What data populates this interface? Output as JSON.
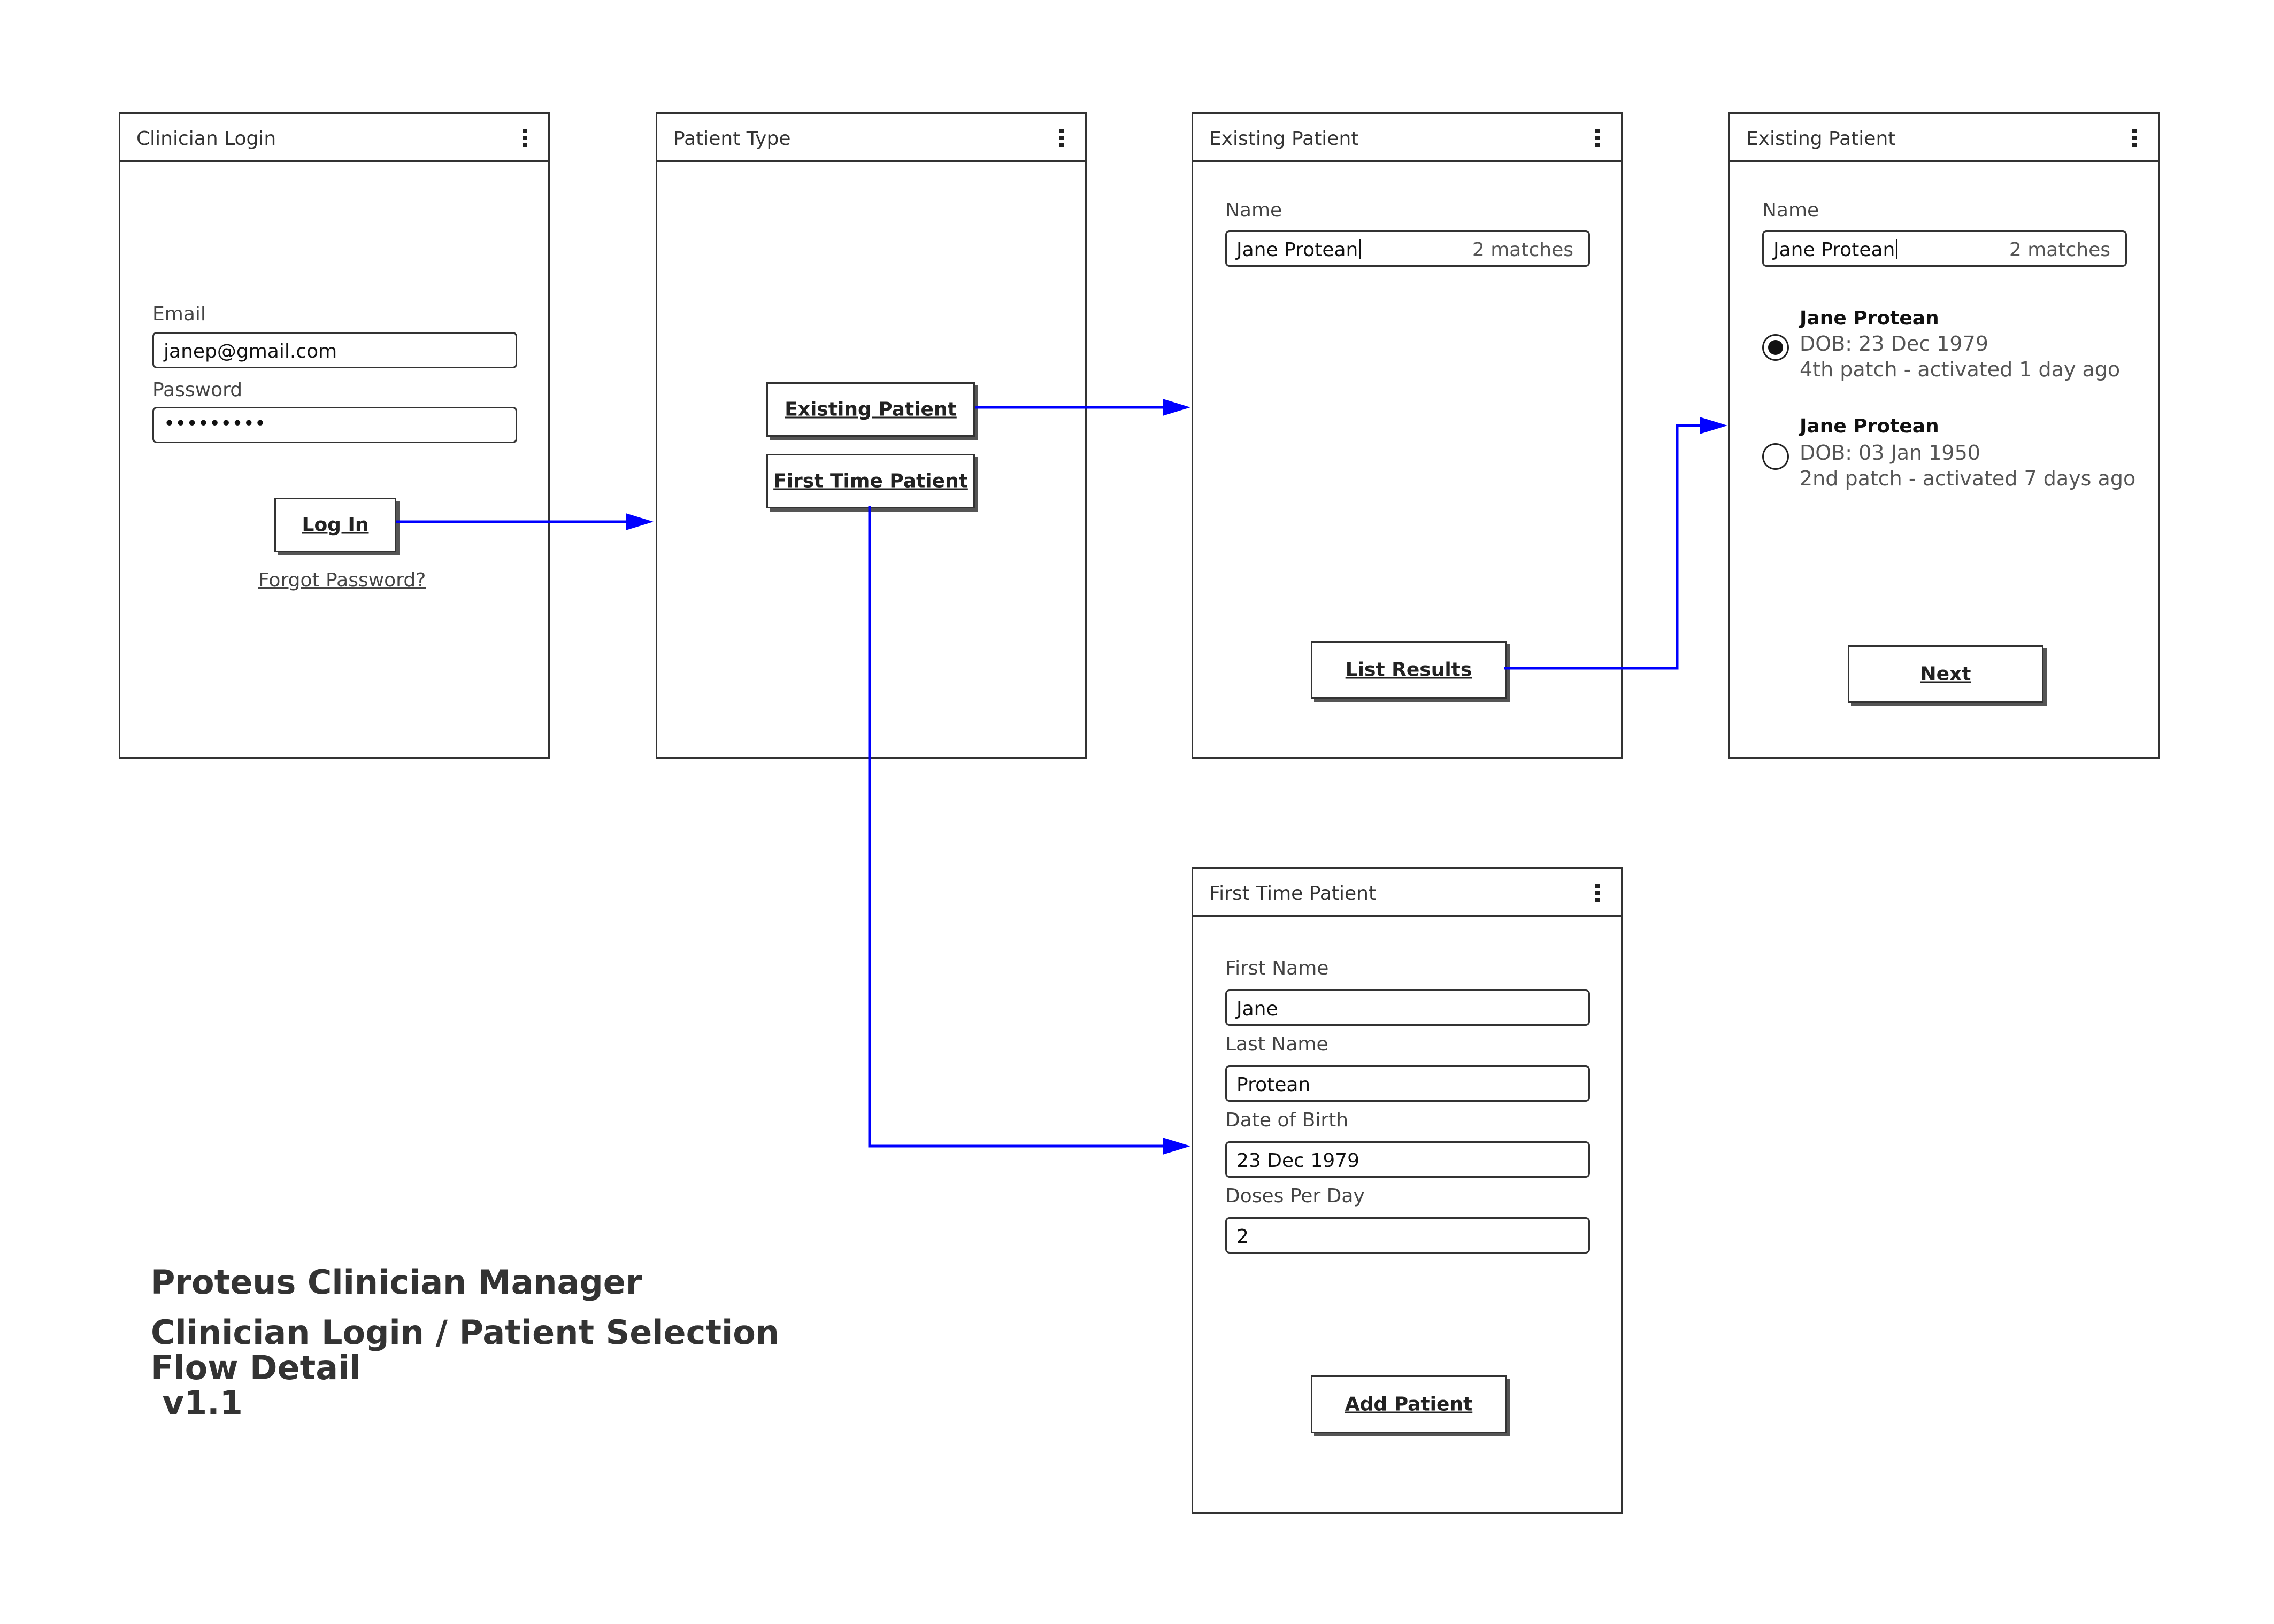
{
  "colors": {
    "flow_arrow": "#0000ff",
    "border": "#333333"
  },
  "screens": {
    "login": {
      "title": "Clinician Login",
      "email_label": "Email",
      "email_value": "janep@gmail.com",
      "password_label": "Password",
      "password_value": "•••••••••",
      "login_button": "Log In",
      "forgot_link": "Forgot Password?"
    },
    "patient_type": {
      "title": "Patient Type",
      "existing_button": "Existing Patient",
      "first_time_button": "First Time Patient"
    },
    "existing_search": {
      "title": "Existing Patient",
      "name_label": "Name",
      "name_value": "Jane Protean",
      "matches": "2 matches",
      "list_button": "List Results"
    },
    "existing_results": {
      "title": "Existing Patient",
      "name_label": "Name",
      "name_value": "Jane Protean",
      "matches": "2 matches",
      "results": [
        {
          "name": "Jane Protean",
          "dob": "DOB: 23 Dec 1979",
          "patch": "4th patch - activated 1 day ago",
          "selected": true
        },
        {
          "name": "Jane Protean",
          "dob": "DOB: 03 Jan 1950",
          "patch": "2nd patch - activated 7 days ago",
          "selected": false
        }
      ],
      "next_button": "Next"
    },
    "first_time": {
      "title": "First Time Patient",
      "first_name_label": "First Name",
      "first_name_value": "Jane",
      "last_name_label": "Last Name",
      "last_name_value": "Protean",
      "dob_label": "Date of Birth",
      "dob_value": "23 Dec 1979",
      "doses_label": "Doses Per Day",
      "doses_value": "2",
      "add_button": "Add Patient"
    }
  },
  "caption": {
    "line1": "Proteus Clinician Manager",
    "line2": "Clinician Login / Patient Selection",
    "line3": "Flow Detail",
    "line4": " v1.1"
  }
}
